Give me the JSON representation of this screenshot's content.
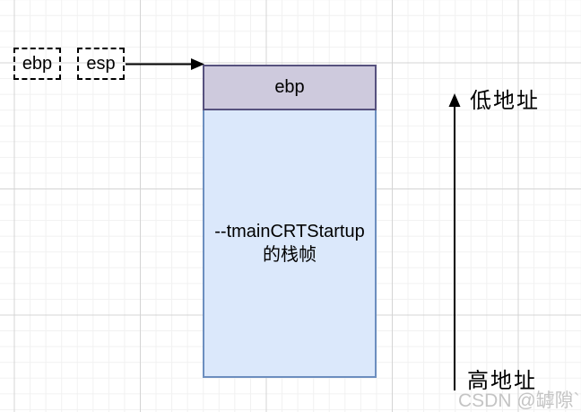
{
  "diagram": {
    "registers": [
      {
        "label": "ebp"
      },
      {
        "label": "esp"
      }
    ],
    "stack_frame": {
      "header_label": "ebp",
      "body_line1": "--tmainCRTStartup",
      "body_line2": "的栈帧"
    },
    "axis": {
      "top_label": "低地址",
      "bottom_label": "高地址"
    },
    "watermark": "CSDN @罅隙`",
    "colors": {
      "header_fill": "#cecadd",
      "header_border": "#56517e",
      "body_fill": "#dbe8fb",
      "body_border": "#6c8ebf",
      "grid_minor": "#f1f1f1",
      "grid_major": "#d4d4d4",
      "watermark_color": "#c4c4c4",
      "arrow_color": "#000000"
    }
  }
}
